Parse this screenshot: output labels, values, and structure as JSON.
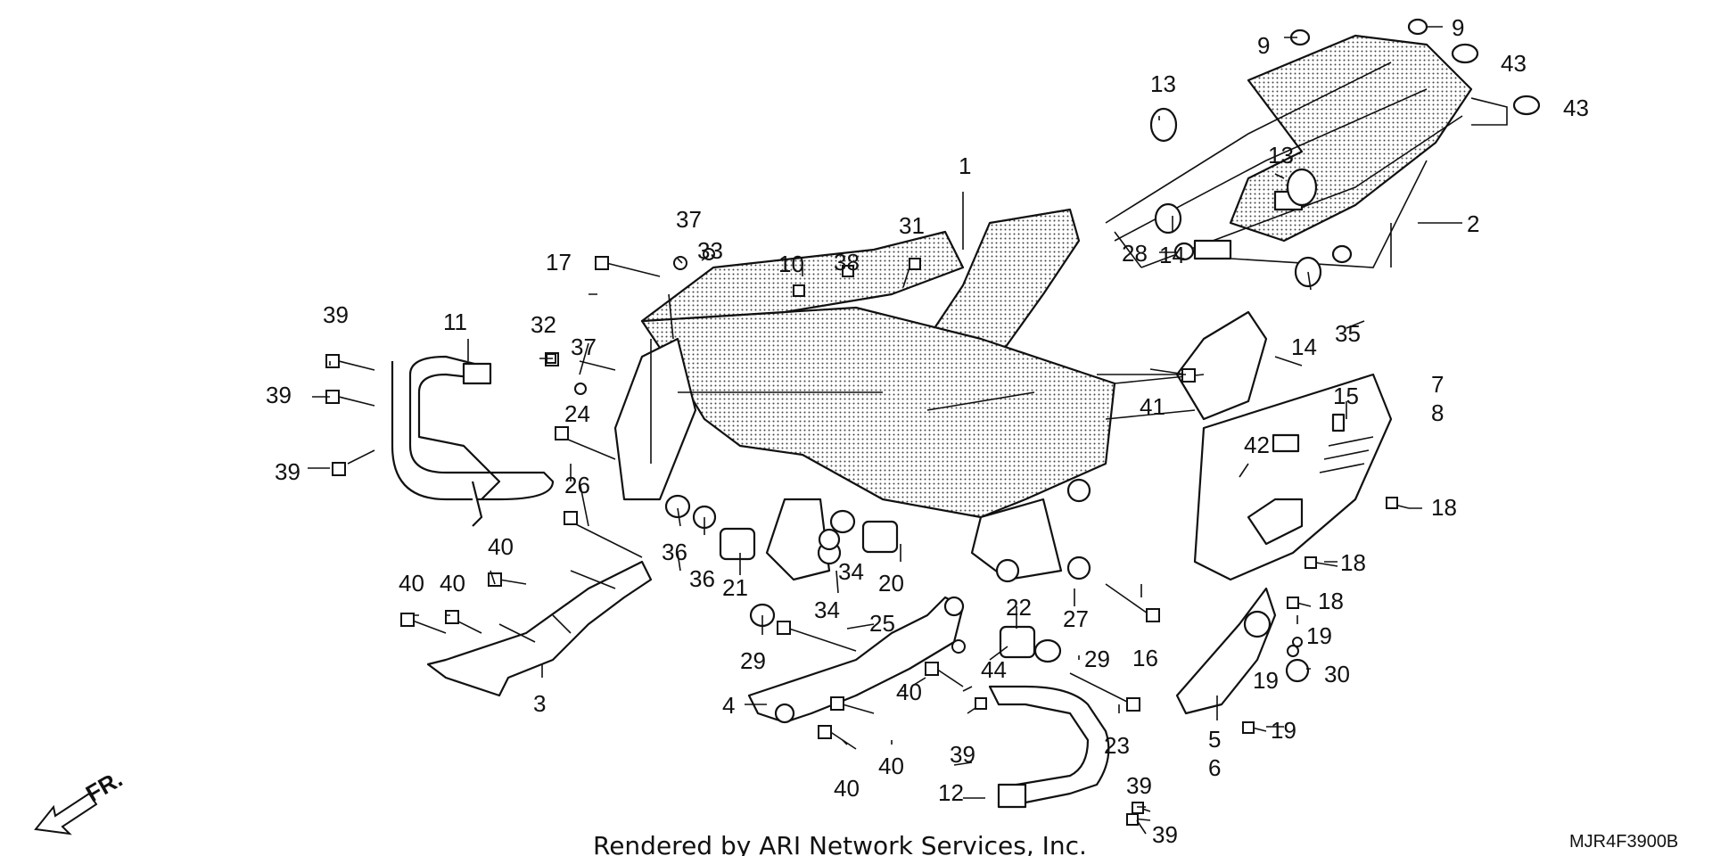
{
  "callouts": [
    {
      "id": "c1",
      "label": "1"
    },
    {
      "id": "c2",
      "label": "2"
    },
    {
      "id": "c3",
      "label": "3"
    },
    {
      "id": "c4",
      "label": "4"
    },
    {
      "id": "c5",
      "label": "5"
    },
    {
      "id": "c6",
      "label": "6"
    },
    {
      "id": "c7",
      "label": "7"
    },
    {
      "id": "c8",
      "label": "8"
    },
    {
      "id": "c9a",
      "label": "9"
    },
    {
      "id": "c9b",
      "label": "9"
    },
    {
      "id": "c10",
      "label": "10"
    },
    {
      "id": "c11",
      "label": "11"
    },
    {
      "id": "c12",
      "label": "12"
    },
    {
      "id": "c13a",
      "label": "13"
    },
    {
      "id": "c13b",
      "label": "13"
    },
    {
      "id": "c14a",
      "label": "14"
    },
    {
      "id": "c14b",
      "label": "14"
    },
    {
      "id": "c15",
      "label": "15"
    },
    {
      "id": "c16",
      "label": "16"
    },
    {
      "id": "c17",
      "label": "17"
    },
    {
      "id": "c18a",
      "label": "18"
    },
    {
      "id": "c18b",
      "label": "18"
    },
    {
      "id": "c18c",
      "label": "18"
    },
    {
      "id": "c19a",
      "label": "19"
    },
    {
      "id": "c19b",
      "label": "19"
    },
    {
      "id": "c19c",
      "label": "19"
    },
    {
      "id": "c20",
      "label": "20"
    },
    {
      "id": "c21",
      "label": "21"
    },
    {
      "id": "c22",
      "label": "22"
    },
    {
      "id": "c23",
      "label": "23"
    },
    {
      "id": "c24",
      "label": "24"
    },
    {
      "id": "c25",
      "label": "25"
    },
    {
      "id": "c26",
      "label": "26"
    },
    {
      "id": "c27",
      "label": "27"
    },
    {
      "id": "c28",
      "label": "28"
    },
    {
      "id": "c29a",
      "label": "29"
    },
    {
      "id": "c29b",
      "label": "29"
    },
    {
      "id": "c30",
      "label": "30"
    },
    {
      "id": "c31",
      "label": "31"
    },
    {
      "id": "c32",
      "label": "32"
    },
    {
      "id": "c33",
      "label": "33"
    },
    {
      "id": "c34a",
      "label": "34"
    },
    {
      "id": "c34b",
      "label": "34"
    },
    {
      "id": "c35",
      "label": "35"
    },
    {
      "id": "c36a",
      "label": "36"
    },
    {
      "id": "c36b",
      "label": "36"
    },
    {
      "id": "c37a",
      "label": "37"
    },
    {
      "id": "c37b",
      "label": "37"
    },
    {
      "id": "c38",
      "label": "38"
    },
    {
      "id": "c39a",
      "label": "39"
    },
    {
      "id": "c39b",
      "label": "39"
    },
    {
      "id": "c39c",
      "label": "39"
    },
    {
      "id": "c39d",
      "label": "39"
    },
    {
      "id": "c39e",
      "label": "39"
    },
    {
      "id": "c39f",
      "label": "39"
    },
    {
      "id": "c40a",
      "label": "40"
    },
    {
      "id": "c40b",
      "label": "40"
    },
    {
      "id": "c40c",
      "label": "40"
    },
    {
      "id": "c40d",
      "label": "40"
    },
    {
      "id": "c40e",
      "label": "40"
    },
    {
      "id": "c40f",
      "label": "40"
    },
    {
      "id": "c41",
      "label": "41"
    },
    {
      "id": "c42",
      "label": "42"
    },
    {
      "id": "c43a",
      "label": "43"
    },
    {
      "id": "c43b",
      "label": "43"
    },
    {
      "id": "c44",
      "label": "44"
    }
  ],
  "footer": {
    "credit": "Rendered by ARI Network Services, Inc.",
    "diagram_code": "MJR4F3900B"
  },
  "direction": {
    "label": "FR."
  }
}
